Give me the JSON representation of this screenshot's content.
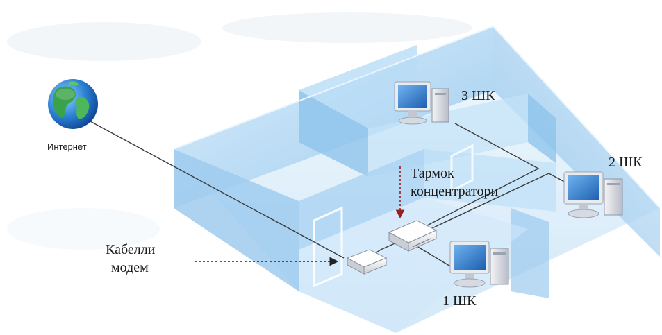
{
  "diagram": {
    "labels": {
      "internet": "Интернет",
      "pc3": "3 ШК",
      "pc2": "2 ШК",
      "pc1": "1 ШК",
      "hub_line1": "Тармок",
      "hub_line2": "концентратори",
      "modem_line1": "Кабелли",
      "modem_line2": "модем"
    },
    "icons": {
      "internet": "globe-icon",
      "pc": "desktop-computer-icon",
      "hub": "network-hub-icon",
      "modem": "cable-modem-icon"
    },
    "colors": {
      "wall_light": "#cfe6f8",
      "wall_mid": "#a9d2f2",
      "wall_dark": "#7fb7e2",
      "floor": "#e3f1fb",
      "monitor_screen": "#2f78c8",
      "cable": "#3c3c3c"
    }
  }
}
